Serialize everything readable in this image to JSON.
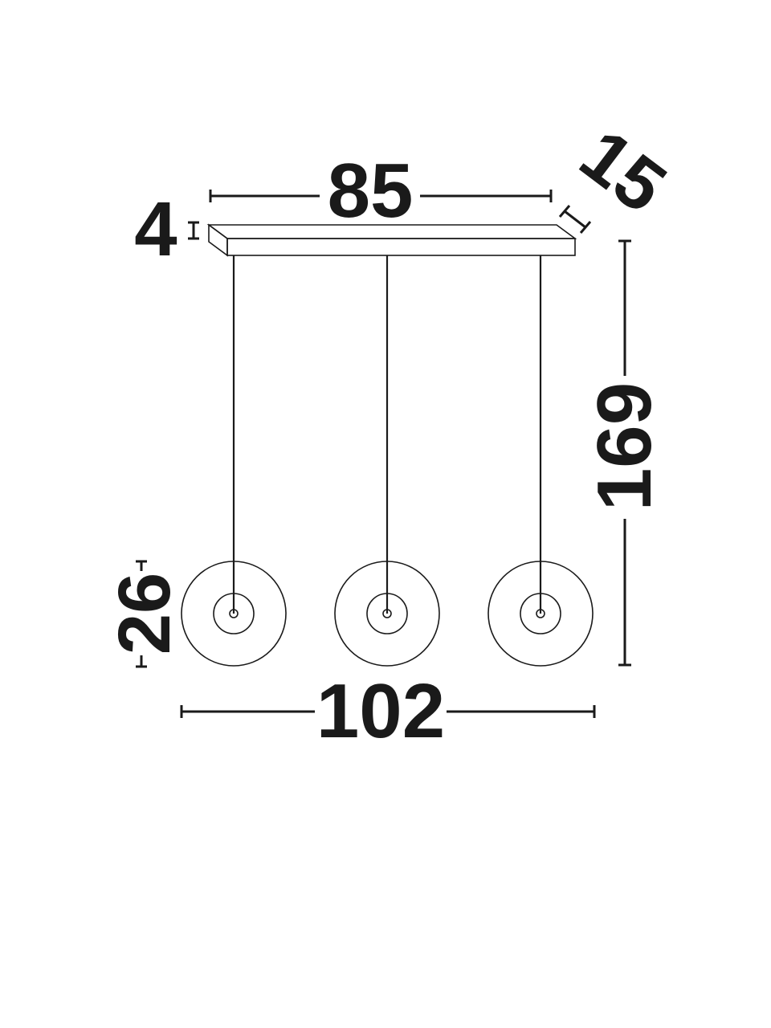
{
  "dimensions": {
    "canopy_length": "85",
    "canopy_depth": "15",
    "canopy_height": "4",
    "overall_height": "169",
    "shade_diameter": "26",
    "overall_width": "102"
  },
  "shade_count": 3,
  "colors": {
    "line": "#1a1a1a",
    "background": "#ffffff"
  }
}
